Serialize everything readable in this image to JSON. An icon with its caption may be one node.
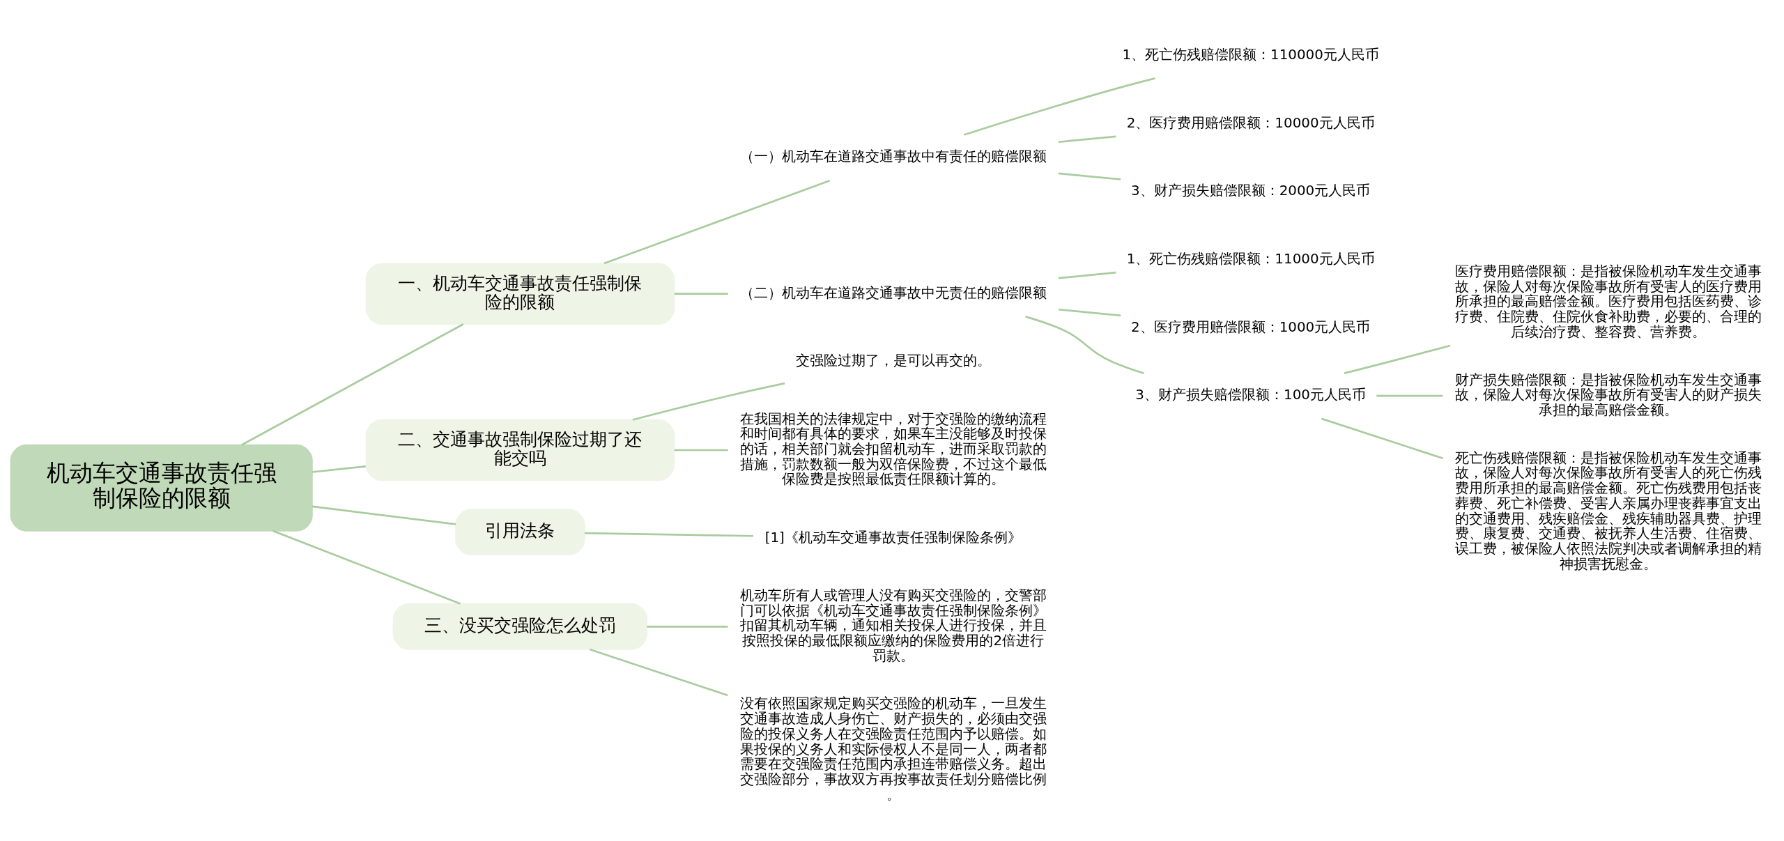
{
  "diagram": {
    "nodes": [
      {
        "text": [
          "机动车交通事故责任强制保险的限额"
        ]
      },
      {
        "text": [
          "一、机动车交通事故责任强制保险的限额"
        ]
      },
      {
        "text": [
          "（一）机动车在道路交通事故中有责任的赔偿限额"
        ]
      },
      {
        "text": [
          "1、死亡伤残赔偿限额：110000元人民币"
        ]
      },
      {
        "text": [
          "2、医疗费用赔偿限额：10000元人民币"
        ]
      },
      {
        "text": [
          "3、财产损失赔偿限额：2000元人民币"
        ]
      },
      {
        "text": [
          "（二）机动车在道路交通事故中无责任的赔偿限额"
        ]
      },
      {
        "text": [
          "1、死亡伤残赔偿限额：11000元人民币"
        ]
      },
      {
        "text": [
          "2、医疗费用赔偿限额：1000元人民币"
        ]
      },
      {
        "text": [
          "3、财产损失赔偿限额：100元人民币"
        ]
      },
      {
        "text": [
          "医疗费用赔偿限额：是指被保险机动车发生交通事故，保险人对每次保险事故所有受害人的医疗费用所承担的最高赔偿金额。医疗费用包括医药费、诊疗费、住院费、住院伙食补助费，必要的、合理的后续治疗费、整容费、营养费。"
        ]
      },
      {
        "text": [
          "财产损失赔偿限额：是指被保险机动车发生交通事故，保险人对每次保险事故所有受害人的财产损失承担的最高赔偿金额。"
        ]
      },
      {
        "text": [
          "死亡伤残赔偿限额：是指被保险机动车发生交通事故，保险人对每次保险事故所有受害人的死亡伤残费用所承担的最高赔偿金额。死亡伤残费用包括丧葬费、死亡补偿费、受害人亲属办理丧葬事宜支出的交通费用、残疾赔偿金、残疾辅助器具费、护理费、康复费、交通费、被抚养人生活费、住宿费、误工费，被保险人依照法院判决或者调解承担的精神损害抚慰金。"
        ]
      },
      {
        "text": [
          "二、交通事故强制保险过期了还能交吗"
        ]
      },
      {
        "text": [
          "交强险过期了，是可以再交的。"
        ]
      },
      {
        "text": [
          "在我国相关的法律规定中，对于交强险的缴纳流程和时间都有具体的要求，如果车主没能够及时投保的话，相关部门就会扣留机动车，进而采取罚款的措施，罚款数额一般为双倍保险费，不过这个最低保险费是按照最低责任限额计算的。"
        ]
      },
      {
        "text": [
          "引用法条"
        ]
      },
      {
        "text": [
          "[1]《机动车交通事故责任强制保险条例》"
        ]
      },
      {
        "text": [
          "三、没买交强险怎么处罚"
        ]
      },
      {
        "text": [
          "机动车所有人或管理人没有购买交强险的，交警部门可以依据《机动车交通事故责任强制保险条例》扣留其机动车辆，通知相关投保人进行投保，并且按照投保的最低限额应缴纳的保险费用的2倍进行罚款。"
        ]
      },
      {
        "text": [
          "没有依照国家规定购买交强险的机动车，一旦发生交通事故造成人身伤亡、财产损失的，必须由交强险的投保义务人在交强险责任范围内予以赔偿。如果投保的义务人和实际侵权人不是同一人，两者都需要在交强险责任范围内承担连带赔偿义务。超出交强险部分，事故双方再按事故责任划分赔偿比例。"
        ]
      }
    ],
    "edges": [
      {
        "from": 0,
        "to": 1,
        "arrow": "none"
      },
      {
        "from": 1,
        "to": 2,
        "arrow": "none"
      },
      {
        "from": 2,
        "to": 3,
        "arrow": "none"
      },
      {
        "from": 2,
        "to": 4,
        "arrow": "none"
      },
      {
        "from": 2,
        "to": 5,
        "arrow": "none"
      },
      {
        "from": 1,
        "to": 6,
        "arrow": "none"
      },
      {
        "from": 6,
        "to": 7,
        "arrow": "none"
      },
      {
        "from": 6,
        "to": 8,
        "arrow": "none"
      },
      {
        "from": 6,
        "to": 9,
        "arrow": "none"
      },
      {
        "from": 9,
        "to": 10,
        "arrow": "none"
      },
      {
        "from": 9,
        "to": 11,
        "arrow": "none"
      },
      {
        "from": 9,
        "to": 12,
        "arrow": "none"
      },
      {
        "from": 0,
        "to": 13,
        "arrow": "none"
      },
      {
        "from": 13,
        "to": 14,
        "arrow": "none"
      },
      {
        "from": 13,
        "to": 15,
        "arrow": "none"
      },
      {
        "from": 0,
        "to": 16,
        "arrow": "none"
      },
      {
        "from": 16,
        "to": 17,
        "arrow": "none"
      },
      {
        "from": 0,
        "to": 18,
        "arrow": "none"
      },
      {
        "from": 18,
        "to": 19,
        "arrow": "none"
      },
      {
        "from": 18,
        "to": 20,
        "arrow": "none"
      }
    ]
  }
}
